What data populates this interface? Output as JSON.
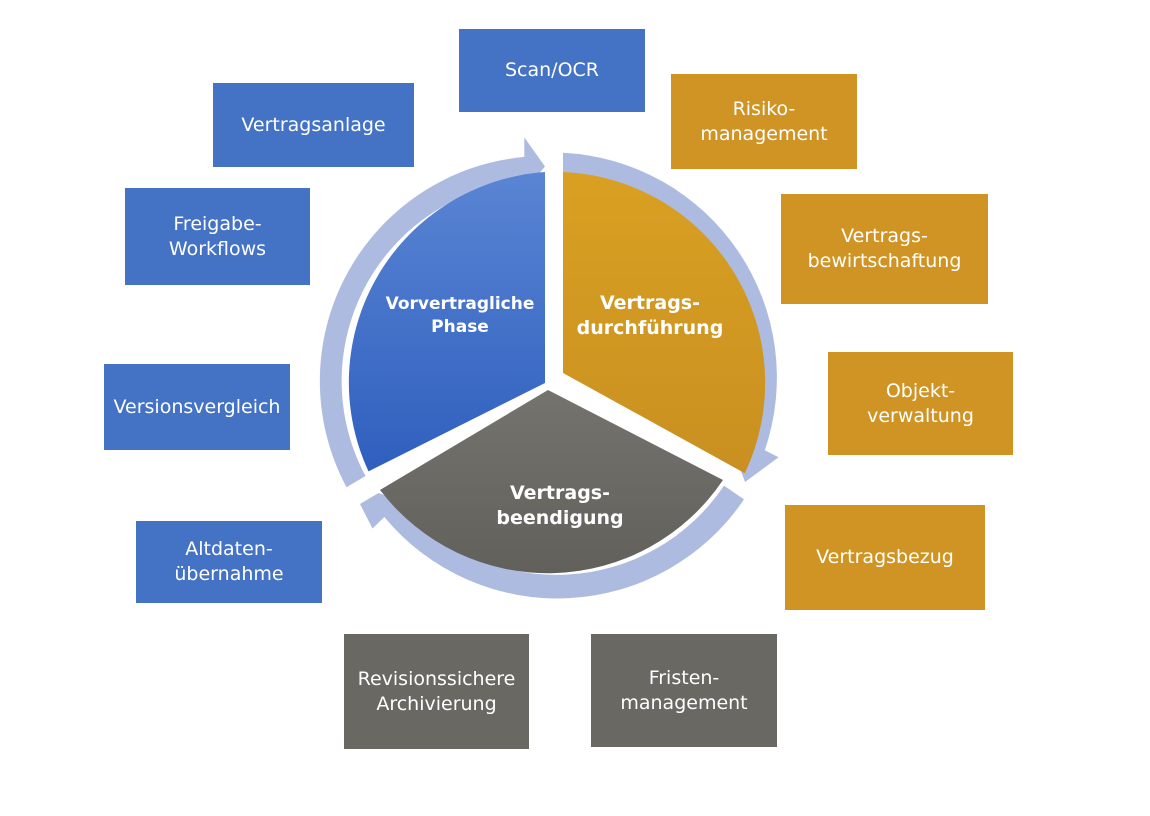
{
  "colors": {
    "blue": "#4472c4",
    "gold": "#cf9423",
    "gray": "#6a6863",
    "ring": "#aebbe0"
  },
  "phases": {
    "pre": "Vorvertragliche\nPhase",
    "execution": "Vertrags-\ndurchführung",
    "termination": "Vertrags-\nbeendigung"
  },
  "boxes": {
    "scan_ocr": "Scan/OCR",
    "vertragsanlage": "Vertragsanlage",
    "freigabe_workflows": "Freigabe-\nWorkflows",
    "versionsvergleich": "Versionsvergleich",
    "altdatenuebernahme": "Altdaten-\nübernahme",
    "risikomanagement": "Risiko-\nmanagement",
    "vertragsbewirtschaftung": "Vertrags-\nbewirtschaftung",
    "objektverwaltung": "Objekt-\nverwaltung",
    "vertragsbezug": "Vertragsbezug",
    "revisionssichere_archivierung": "Revisionssichere\nArchivierung",
    "fristenmanagement": "Fristen-\nmanagement"
  }
}
